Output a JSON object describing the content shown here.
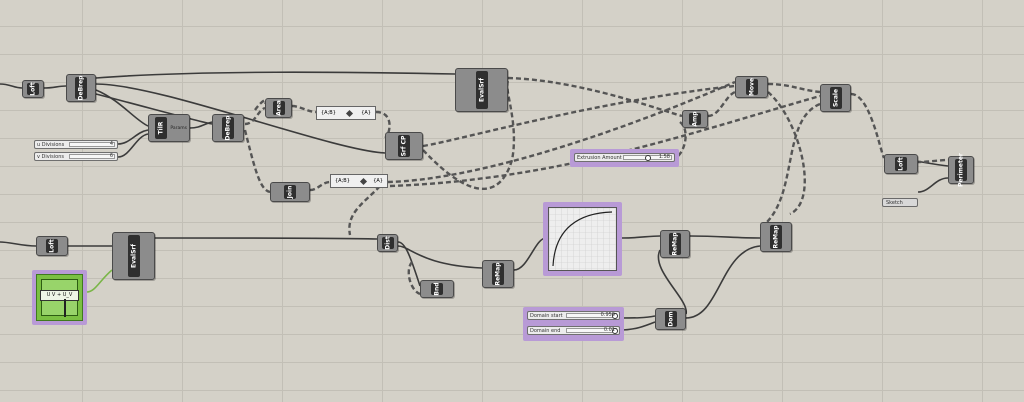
{
  "canvas": {
    "background": "#d4d1c8",
    "grid_color": "#c2bfb6",
    "group_color": "#b89ad6",
    "green_group_color": "#7bc043"
  },
  "components": {
    "loft1": "Loft",
    "debrep1": "DeBrep",
    "tilr": "TilR",
    "tilr_out": "Params",
    "debrep2": "DeBrep",
    "area": "Area",
    "join": "Join",
    "evalsrf1": "EvalSrf",
    "srfcp": "Srf CP",
    "amp": "Amp",
    "move": "Move",
    "scale": "Scale",
    "loft2": "Loft",
    "perimeter": "Perimeter",
    "loft3": "Loft",
    "evalsrf2": "EvalSrf",
    "dist": "Dist",
    "bnd": "Bnd",
    "remap1": "ReMap",
    "remap2": "ReMap",
    "remap3": "ReMap",
    "dom": "Dom"
  },
  "sliders": {
    "u_divisions": {
      "label": "u Divisions",
      "value": "4"
    },
    "v_divisions": {
      "label": "v Divisions",
      "value": "6"
    },
    "extrusion": {
      "label": "Extrusion Amount",
      "value": "1.58"
    },
    "domain_start": {
      "label": "Domain start",
      "value": "0.950"
    },
    "domain_end": {
      "label": "Domain end",
      "value": "0.01"
    }
  },
  "panels": {
    "panel1_left": "{A;B}",
    "panel1_right": "{A}",
    "panel2_left": "{A;B}",
    "panel2_right": "{A}"
  },
  "params": {
    "sketch": "Sketch"
  },
  "uv_panel": "U V  +  U_V"
}
